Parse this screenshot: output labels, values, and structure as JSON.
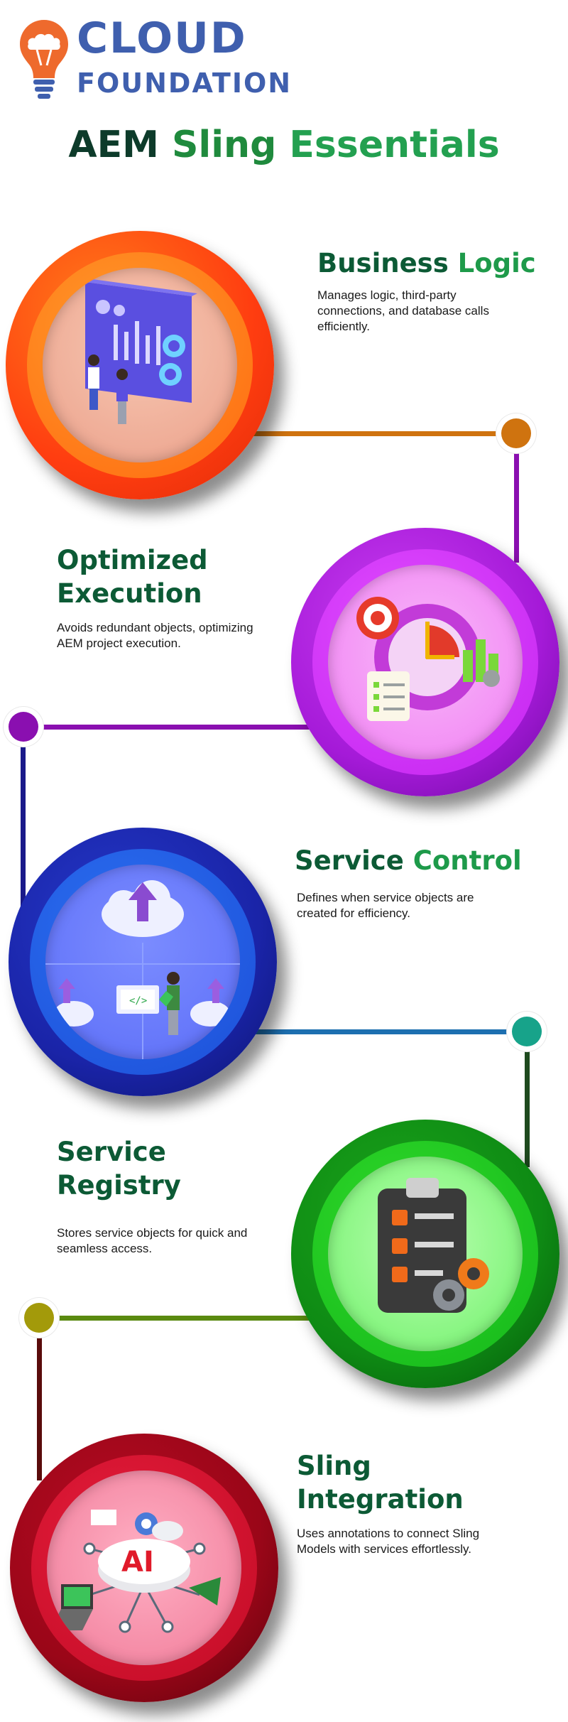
{
  "logo": {
    "line1": "CLOUD",
    "line2": "FOUNDATION",
    "icon": "lightbulb-cloud-icon",
    "color": "#3f5fae",
    "icon_color": "#ee6a2d"
  },
  "title": {
    "part1": "AEM",
    "part2": "Sling",
    "part3": "Essentials"
  },
  "sections": [
    {
      "heading_a": "Business",
      "heading_b": "Logic",
      "description": "Manages logic, third-party connections, and database calls efficiently.",
      "illustration": "dashboard-presentation-icon",
      "color": "#ff5b16",
      "dot_color": "#cf730f"
    },
    {
      "heading_a": "Optimized",
      "heading_b": "Execution",
      "description": "Avoids redundant objects, optimizing AEM project execution.",
      "illustration": "target-clock-checklist-icon",
      "color": "#b41ee0",
      "dot_color": "#8a0fb0"
    },
    {
      "heading_a": "Service",
      "heading_b": "Control",
      "description": "Defines when service objects are created for efficiency.",
      "illustration": "cloud-upload-network-icon",
      "color": "#2330b8",
      "dot_color": "#17a38a"
    },
    {
      "heading_a": "Service",
      "heading_b": "Registry",
      "description": "Stores service objects for quick and seamless access.",
      "illustration": "clipboard-checklist-gears-icon",
      "color": "#0e8a14",
      "dot_color": "#a39a0a"
    },
    {
      "heading_a": "Sling",
      "heading_b": "Integration",
      "description": "Uses annotations to connect Sling Models with services effortlessly.",
      "illustration": "ai-network-devices-icon",
      "color": "#a0061a",
      "dot_color": "#5a0b0b"
    }
  ]
}
